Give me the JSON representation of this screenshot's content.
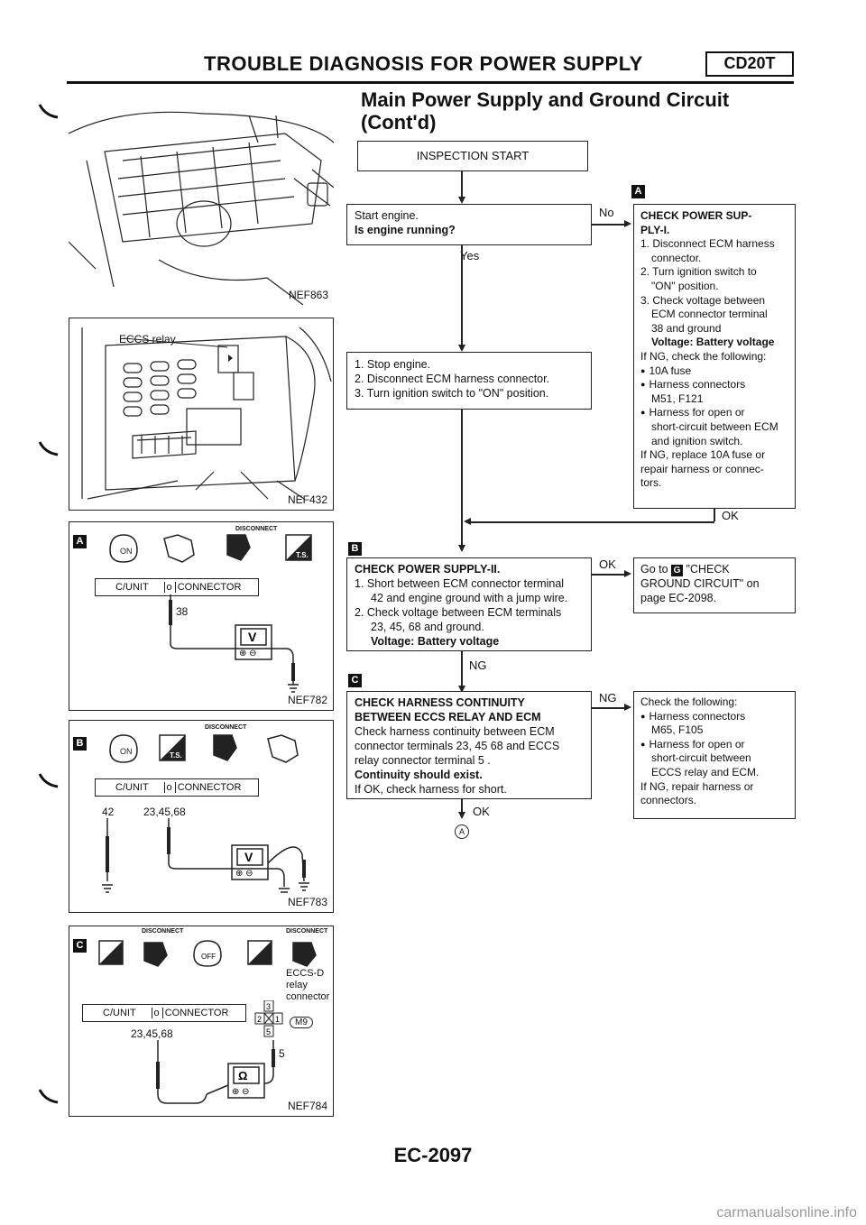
{
  "header": {
    "title": "TROUBLE DIAGNOSIS FOR POWER SUPPLY",
    "engine_tag": "CD20T",
    "section_title_1": "Main Power Supply and Ground Circuit",
    "section_title_2": "(Cont'd)"
  },
  "figures": {
    "fig1_id": "NEF863",
    "fig2_id": "NEF432",
    "fig2_label": "ECCS relay",
    "figA_id": "NEF782",
    "figA_letter": "A",
    "figA_connector_left": "C/UNIT",
    "figA_connector_right": "CONNECTOR",
    "figA_pin": "38",
    "figA_disconnect": "DISCONNECT",
    "figB_id": "NEF783",
    "figB_letter": "B",
    "figB_connector_left": "C/UNIT",
    "figB_connector_right": "CONNECTOR",
    "figB_pin_left": "42",
    "figB_pin_right": "23,45,68",
    "figB_disconnect": "DISCONNECT",
    "figC_id": "NEF784",
    "figC_letter": "C",
    "figC_connector_left": "C/UNIT",
    "figC_connector_right": "CONNECTOR",
    "figC_pins": "23,45,68",
    "figC_relay_label_1": "ECCS-D",
    "figC_relay_label_2": "relay",
    "figC_relay_label_3": "connector",
    "figC_relay_conn": "M9",
    "figC_relay_pin": "5",
    "figC_disconnect_1": "DISCONNECT",
    "figC_disconnect_2": "DISCONNECT",
    "ts": "T.S.",
    "meter_v": "V",
    "meter_ohm": "Ω",
    "on": "ON",
    "off": "OFF"
  },
  "flow": {
    "start": "INSPECTION START",
    "step1_line1": "Start engine.",
    "step1_line2": "Is engine running?",
    "yes": "Yes",
    "no": "No",
    "step2_1": "1. Stop engine.",
    "step2_2": "2. Disconnect ECM harness connector.",
    "step2_3": "3. Turn ignition switch to \"ON\" position.",
    "boxA_letter": "A",
    "boxA_title_1": "CHECK POWER SUP-",
    "boxA_title_2": "PLY-I.",
    "boxA_1": "1. Disconnect ECM harness",
    "boxA_1b": "connector.",
    "boxA_2": "2. Turn ignition switch to",
    "boxA_2b": "\"ON\" position.",
    "boxA_3": "3. Check voltage between",
    "boxA_3b": "ECM connector terminal",
    "boxA_3c": "38 and ground",
    "boxA_volt": "Voltage: Battery voltage",
    "boxA_ng": "If NG, check the following:",
    "boxA_b1": "10A fuse",
    "boxA_b2": "Harness connectors",
    "boxA_b2c": "M51, F121",
    "boxA_b3": "Harness for open or",
    "boxA_b3b": "short-circuit between ECM",
    "boxA_b3c": "and ignition switch.",
    "boxA_end1": "If NG, replace 10A fuse or",
    "boxA_end2": "repair harness or connec-",
    "boxA_end3": "tors.",
    "ok": "OK",
    "boxB_letter": "B",
    "boxB_title": "CHECK POWER SUPPLY-II.",
    "boxB_1": "1. Short between ECM connector terminal",
    "boxB_1b": "42 and engine ground with a jump wire.",
    "boxB_2": "2. Check voltage between ECM terminals",
    "boxB_2b": "23, 45, 68 and ground.",
    "boxB_volt": "Voltage: Battery voltage",
    "ok2": "OK",
    "goto_1": "Go to",
    "goto_letter": "G",
    "goto_2": "\"CHECK",
    "goto_3": "GROUND CIRCUIT\" on",
    "goto_4": "page EC-2098.",
    "ng": "NG",
    "boxC_letter": "C",
    "boxC_title_1": "CHECK HARNESS CONTINUITY",
    "boxC_title_2": "BETWEEN ECCS RELAY AND ECM",
    "boxC_1": "Check harness continuity between ECM",
    "boxC_2": "connector terminals 23, 45 68 and ECCS",
    "boxC_3": "relay connector terminal 5 .",
    "boxC_cont": "Continuity should exist.",
    "boxC_ok": "If OK, check harness for short.",
    "ng2": "NG",
    "check_1": "Check the following:",
    "check_b1": "Harness connectors",
    "check_b1c": "M65, F105",
    "check_b2": "Harness for open or",
    "check_b2b": "short-circuit between",
    "check_b2c": "ECCS relay and ECM.",
    "check_end1": "If NG, repair harness or",
    "check_end2": "connectors.",
    "ok3": "OK",
    "goto_A": "A"
  },
  "footer": {
    "page": "EC-2097",
    "watermark": "carmanualsonline.info"
  }
}
